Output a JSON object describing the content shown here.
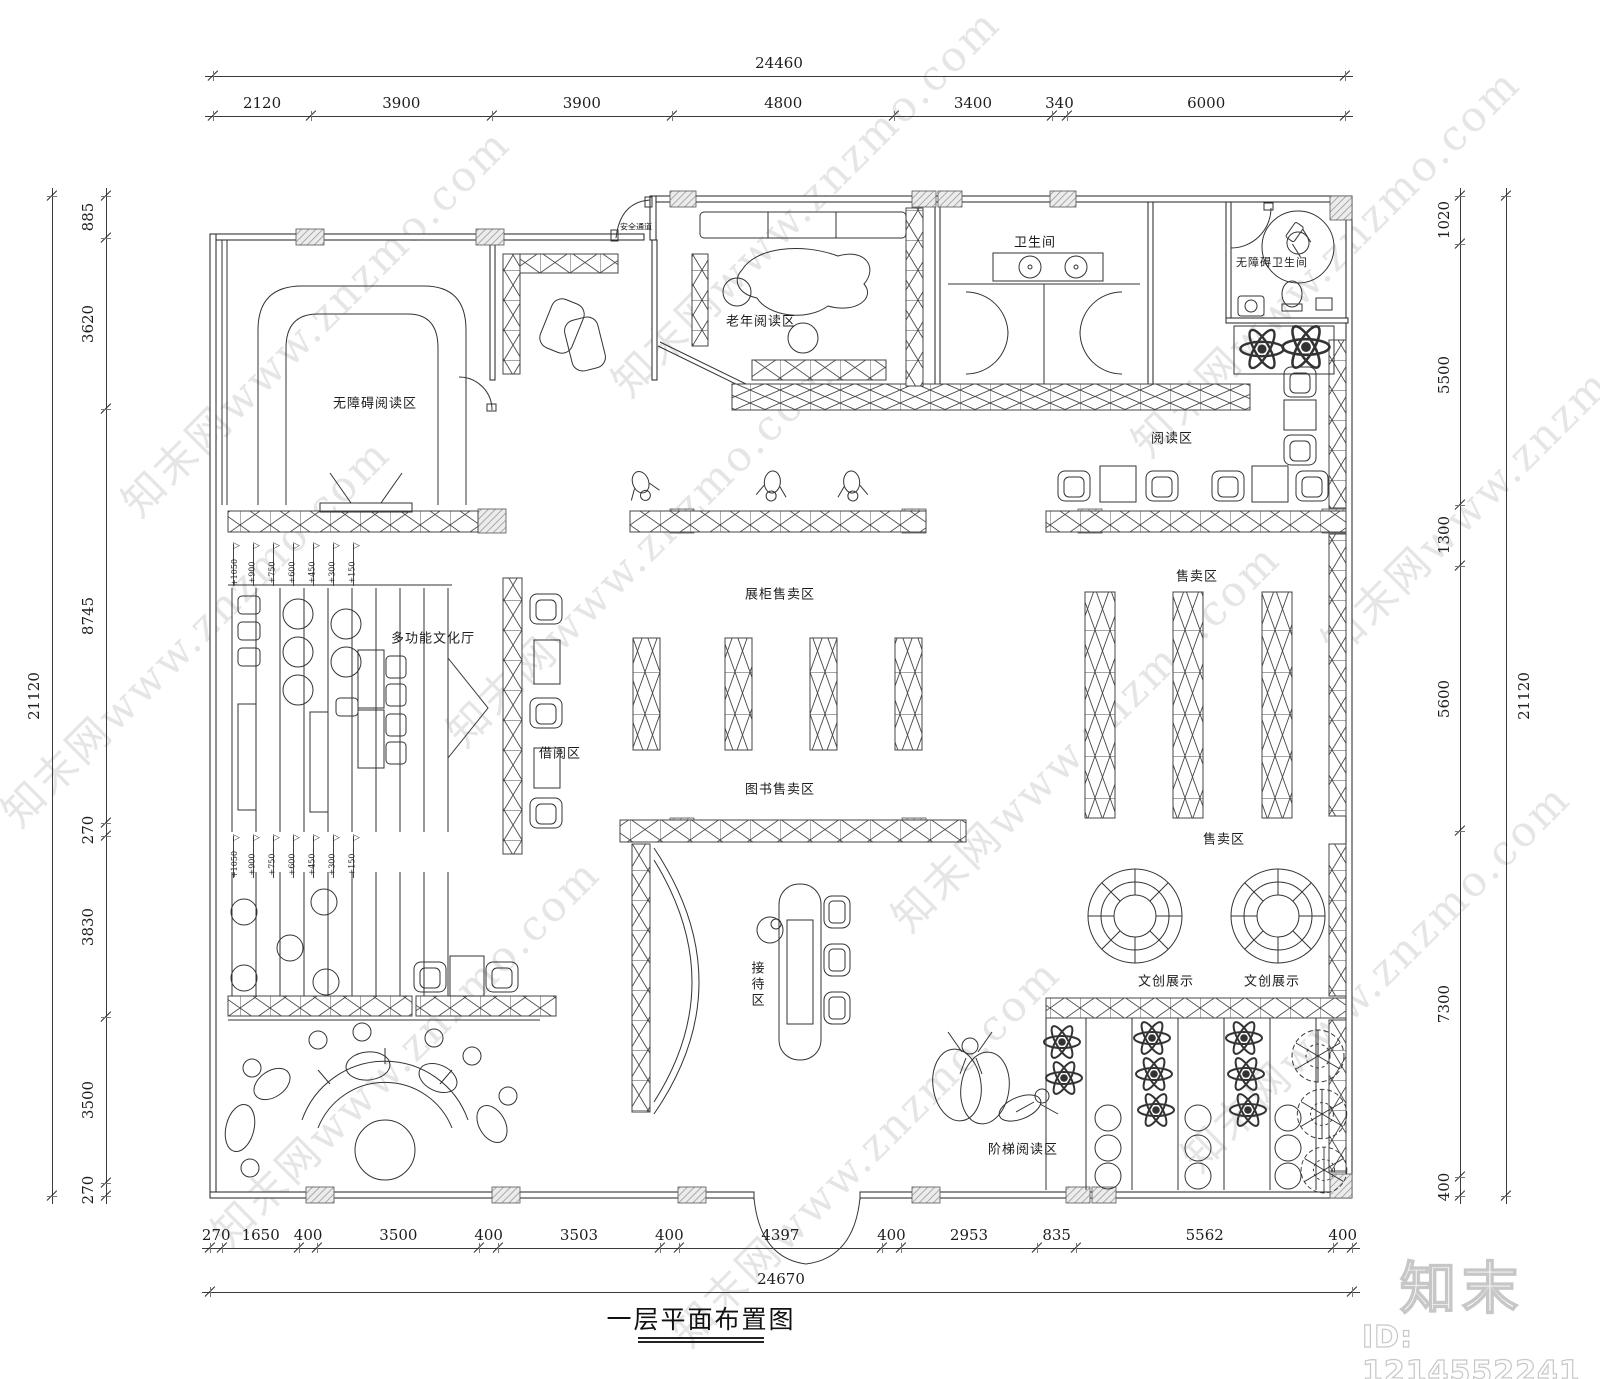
{
  "meta": {
    "title": "一层平面布置图"
  },
  "brand": {
    "logo": "知末",
    "id_label": "ID: 1214552241",
    "watermark": "知末网www.znzmo.com"
  },
  "rooms": {
    "barrier_free_reading": "无障碍阅读区",
    "elder_reading": "老年阅读区",
    "restroom": "卫生间",
    "barrier_free_restroom": "无障碍卫生间",
    "reading": "阅读区",
    "display_sales": "展柜售卖区",
    "book_sales": "图书售卖区",
    "sales_upper": "售卖区",
    "sales_lower": "售卖区",
    "multi_hall": "多功能文化厅",
    "borrow": "借阅区",
    "reception": "接待区",
    "cultural_left": "文创展示",
    "cultural_right": "文创展示",
    "stair_reading": "阶梯阅读区",
    "safe_passage": "安全通道"
  },
  "steps": [
    "+1050",
    "+900",
    "+750",
    "+600",
    "+450",
    "+300",
    "+150"
  ],
  "dimensions": {
    "top": {
      "total": "24460",
      "segments": [
        "2120",
        "3900",
        "3900",
        "4800",
        "3400",
        "340",
        "6000"
      ]
    },
    "bottom": {
      "total": "24670",
      "segments": [
        "270",
        "1650",
        "400",
        "3500",
        "400",
        "3503",
        "400",
        "4397",
        "400",
        "2953",
        "835",
        "5562",
        "400"
      ]
    },
    "left": {
      "total": "21120",
      "segments": [
        "885",
        "3620",
        "8745",
        "270",
        "3830",
        "3500",
        "270"
      ]
    },
    "right": {
      "total": "21120",
      "segments": [
        "1020",
        "5500",
        "1300",
        "5600",
        "7300",
        "400"
      ]
    }
  }
}
